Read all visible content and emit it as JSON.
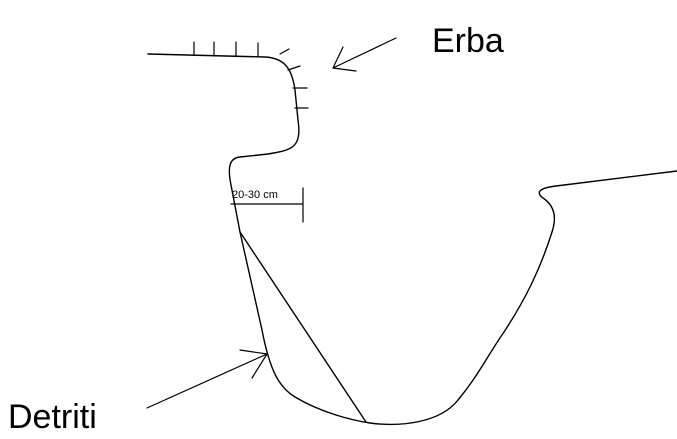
{
  "labels": {
    "grass": "Erba",
    "debris": "Detriti",
    "measure": "20-30 cm"
  }
}
